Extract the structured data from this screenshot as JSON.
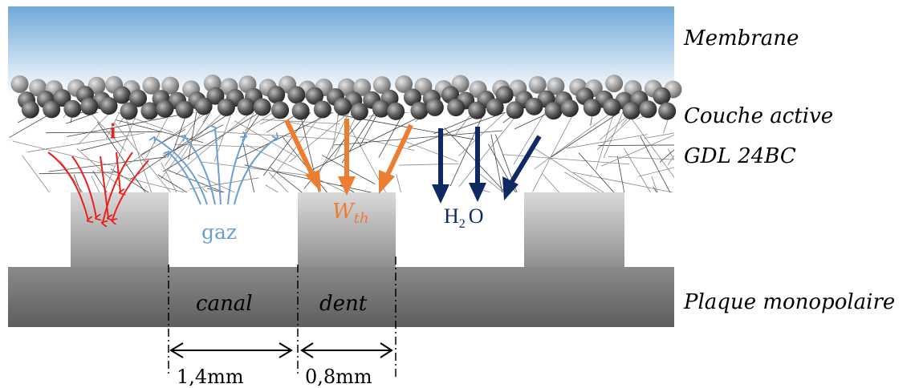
{
  "labels": {
    "membrane": "Membrane",
    "active_layer": "Couche active",
    "gdl": "GDL 24BC",
    "plate": "Plaque monopolaire",
    "canal": "canal",
    "dent": "dent",
    "current": "i",
    "gas": "gaz",
    "heat_main": "W",
    "heat_sub": "th",
    "water_h": "H",
    "water_2": "2",
    "water_o": "O"
  },
  "dimensions": {
    "canal_width": "1,4mm",
    "dent_width": "0,8mm"
  },
  "colors": {
    "current": "#e8221b",
    "gas": "#6b9fcf",
    "heat": "#ed7d31",
    "water": "#0f2a63",
    "membrane_top": "#6fa8d8",
    "membrane_bottom": "#ffffff",
    "plate_dark": "#777777",
    "plate_light": "#cfcfcf"
  }
}
